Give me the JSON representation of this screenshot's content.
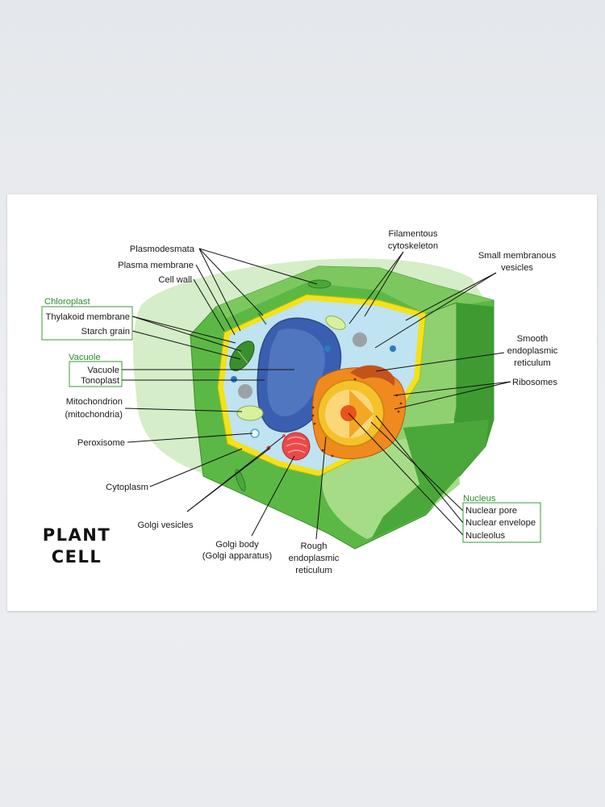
{
  "title": {
    "line1": "PLANT",
    "line2": "CELL"
  },
  "labels": {
    "plasmodesmata": "Plasmodesmata",
    "plasma_membrane": "Plasma membrane",
    "cell_wall": "Cell wall",
    "chloroplast_group": "Chloroplast",
    "thylakoid_membrane": "Thylakoid membrane",
    "starch_grain": "Starch grain",
    "vacuole_group": "Vacuole",
    "vacuole": "Vacuole",
    "tonoplast": "Tonoplast",
    "mitochondrion_1": "Mitochondrion",
    "mitochondrion_2": "(mitochondria)",
    "peroxisome": "Peroxisome",
    "cytoplasm": "Cytoplasm",
    "golgi_vesicles": "Golgi vesicles",
    "golgi_body_1": "Golgi body",
    "golgi_body_2": "(Golgi apparatus)",
    "rough_er_1": "Rough",
    "rough_er_2": "endoplasmic",
    "rough_er_3": "reticulum",
    "filamentous_1": "Filamentous",
    "filamentous_2": "cytoskeleton",
    "small_vesicles_1": "Small membranous",
    "small_vesicles_2": "vesicles",
    "smooth_er_1": "Smooth",
    "smooth_er_2": "endoplasmic",
    "smooth_er_3": "reticulum",
    "ribosomes": "Ribosomes",
    "nucleus_group": "Nucleus",
    "nuclear_pore": "Nuclear pore",
    "nuclear_envelope": "Nuclear envelope",
    "nucleolus": "Nucleolus"
  },
  "colors": {
    "background_green": "#d5edc8",
    "cell_wall": "#5cb845",
    "cell_wall_dark": "#3f9a32",
    "plasma_membrane": "#f3e21a",
    "cytoplasm": "#bfe3f0",
    "vacuole": "#3a5fb0",
    "nucleus": "#f5a623",
    "golgi": "#e84a4a",
    "group_label": "#2e8b2e"
  }
}
